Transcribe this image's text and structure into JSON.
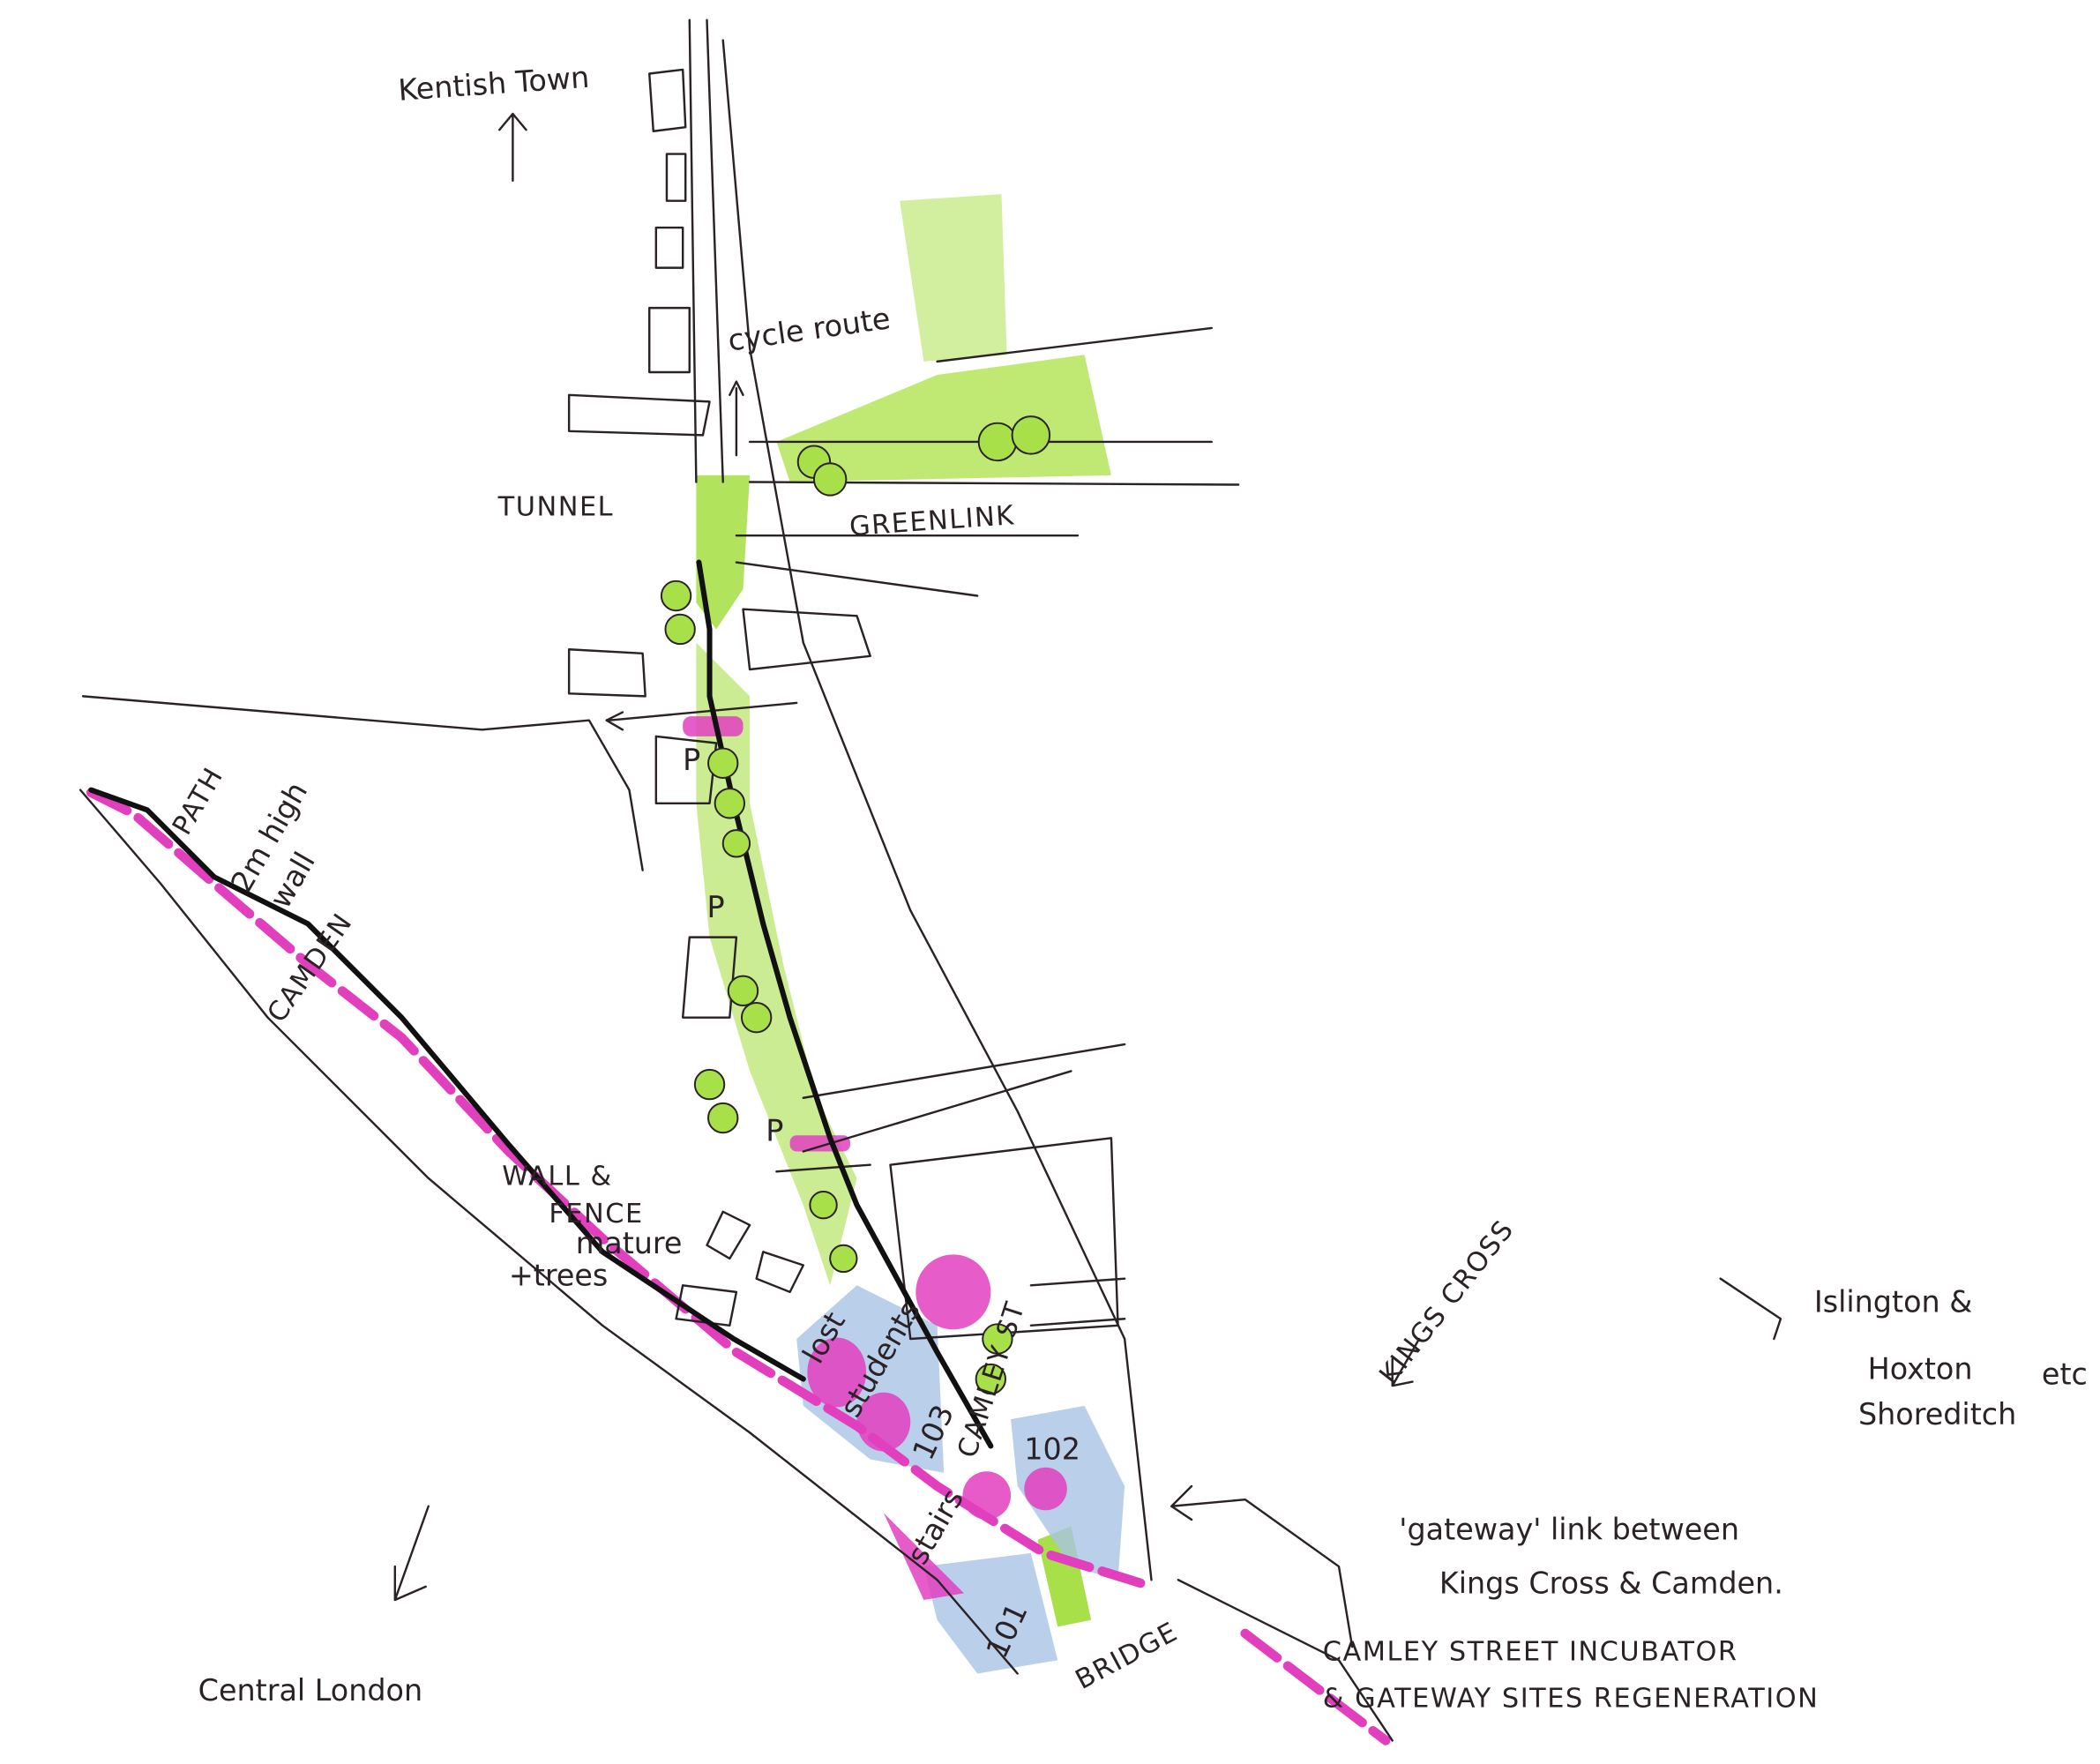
{
  "colors": {
    "ink": "#2a2226",
    "magenta": "#e23fbf",
    "lime": "#a8e04a",
    "blue": "#a9c3e4"
  },
  "labels": {
    "kentish_town": "Kentish Town",
    "cycle_route": "cycle route",
    "tunnel": "TUNNEL",
    "greenlink": "GREENLINK",
    "path": "PATH",
    "wall_height_1": "2m high",
    "wall_height_2": "wall",
    "camden": "CAMDEN",
    "wall_fence_1": "WALL &",
    "wall_fence_2": "FENCE",
    "mature_trees_1": "mature",
    "mature_trees_2": "+trees",
    "kings_cross": "KINGS CROSS",
    "islington": "Islington &",
    "hoxton": "Hoxton",
    "etc": "etc",
    "shoreditch": "Shoreditch",
    "gateway_1": "'gateway' link between",
    "gateway_2": "Kings Cross & Camden.",
    "incubator_1": "CAMLEY STREET INCUBATOR",
    "incubator_2": "& GATEWAY SITES REGENERATION",
    "central_london": "Central London",
    "bridge": "BRIDGE",
    "camley_st": "CAMLEY ST",
    "site_101": "101",
    "site_102": "102",
    "site_103": "103",
    "lost": "lost",
    "students": "students",
    "stairs": "stairs",
    "parking": "P"
  }
}
